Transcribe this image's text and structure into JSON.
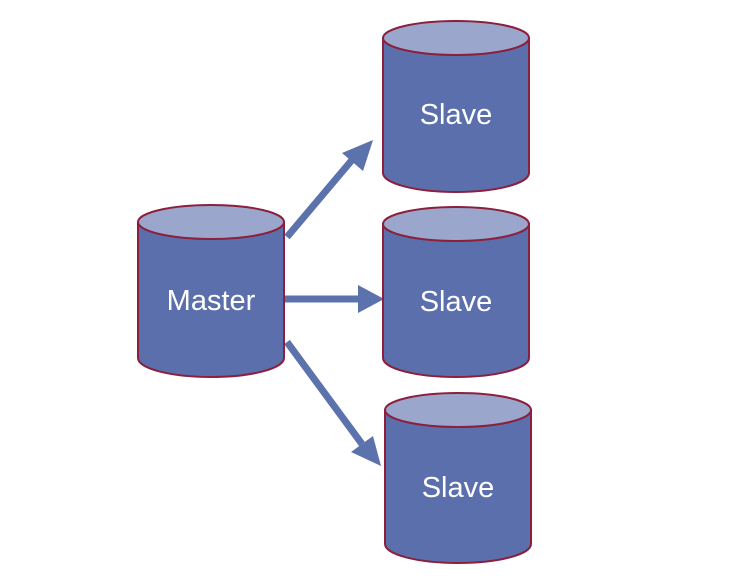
{
  "diagram": {
    "colors": {
      "cylinder_body": "#5b6fad",
      "cylinder_top": "#9aa6cc",
      "cylinder_outline": "#8b1f3c",
      "arrow": "#5b72ad",
      "label_text": "#ffffff"
    },
    "master": {
      "label": "Master"
    },
    "slaves": [
      {
        "label": "Slave"
      },
      {
        "label": "Slave"
      },
      {
        "label": "Slave"
      }
    ]
  }
}
